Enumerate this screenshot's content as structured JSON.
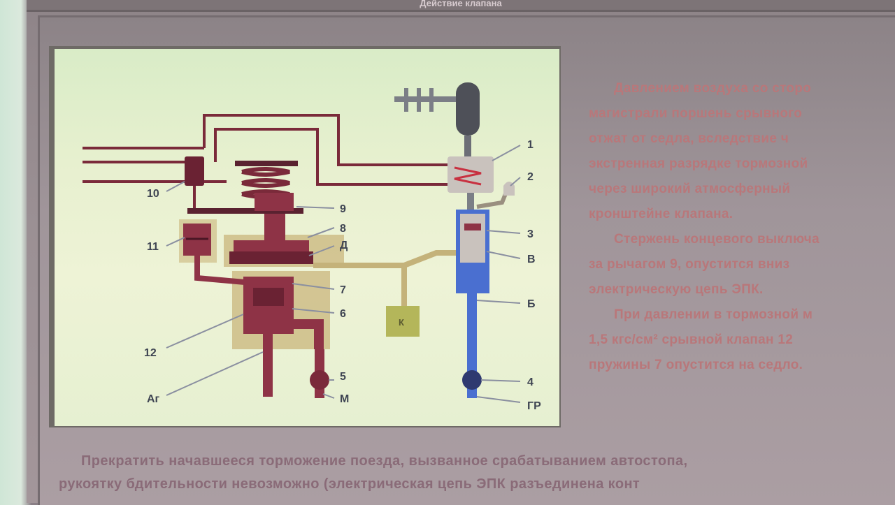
{
  "slide": {
    "title": "Действие клапана"
  },
  "diagram": {
    "labels": {
      "n1": "1",
      "n2": "2",
      "n3": "3",
      "nV": "В",
      "nB": "Б",
      "n4": "4",
      "nGR": "ГР",
      "n5": "5",
      "nM": "М",
      "n6": "6",
      "n7": "7",
      "n8": "8",
      "nD": "Д",
      "n9": "9",
      "n10": "10",
      "n11": "11",
      "n12": "12",
      "nAr": "Аг",
      "nK": "К"
    }
  },
  "right_text": {
    "lines": [
      "Давлением воздуха со сторо",
      "магистрали поршень срывного",
      "отжат от седла, вследствие ч",
      "экстренная разрядке тормозной",
      "через широкий атмосферный",
      "кронштейне клапана.",
      "Стержень концевого выключа",
      "за рычагом 9, опустится вниз",
      "электрическую цепь ЭПК.",
      "При давлении в тормозной м",
      "1,5 кгс/см² срывной клапан 12",
      "пружины 7 опустится на седло."
    ]
  },
  "bottom_text": {
    "line1": "Прекратить начавшееся торможение поезда, вызванное срабатыванием автостопа,",
    "line2": "рукоятку бдительности невозможно (электрическая цепь ЭПК разъединена конт"
  },
  "colors": {
    "pipe_red": "#7a2a3a",
    "body_red": "#8e3346",
    "blue": "#4a6fd0",
    "tank_green": "#b4b65a",
    "highlight": "#c4b27a",
    "text_red": "#b9777a"
  }
}
